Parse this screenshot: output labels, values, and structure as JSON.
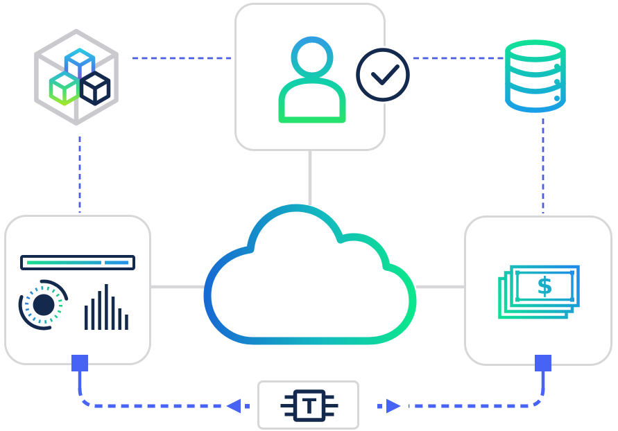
{
  "diagram": {
    "background_color": "#ffffff",
    "palette": {
      "outline_gray": "#d7d7da",
      "navy": "#13294d",
      "dashed_line_blue": "#4a5ce0",
      "flow_blue": "#4663f5",
      "gradient_blue": "#1e87e8",
      "gradient_teal": "#13c2b8",
      "gradient_green": "#10e28e",
      "gradient_lime": "#9fe430",
      "gradient_purple": "#8055c4"
    },
    "nodes": [
      {
        "id": "modules",
        "icon": "cubes-3d-icon",
        "position": "top-left"
      },
      {
        "id": "user",
        "icon": "person-icon",
        "badge_icon": "check-circle-icon",
        "position": "top-center",
        "shape": "rounded-square"
      },
      {
        "id": "database",
        "icon": "database-icon",
        "position": "top-right"
      },
      {
        "id": "analytics",
        "icon": "dashboard-charts-icon",
        "position": "middle-left",
        "shape": "rounded-square"
      },
      {
        "id": "cloud",
        "icon": "cloud-icon",
        "position": "center"
      },
      {
        "id": "cash",
        "icon": "money-bills-icon",
        "currency_symbol": "$",
        "position": "middle-right",
        "shape": "rounded-square"
      },
      {
        "id": "processor",
        "icon": "chip-icon",
        "label": "T",
        "position": "bottom-center",
        "shape": "rectangle"
      }
    ],
    "connectors": [
      {
        "from": "modules",
        "to": "user",
        "style": "dashed-blue"
      },
      {
        "from": "modules",
        "to": "analytics",
        "style": "dashed-blue"
      },
      {
        "from": "user",
        "to": "database",
        "style": "dashed-blue"
      },
      {
        "from": "database",
        "to": "cash",
        "style": "dashed-blue"
      },
      {
        "from": "user",
        "to": "cloud",
        "style": "solid-gray"
      },
      {
        "from": "analytics",
        "to": "cloud",
        "style": "solid-gray"
      },
      {
        "from": "cloud",
        "to": "cash",
        "style": "solid-gray"
      },
      {
        "from": "analytics",
        "to": "processor",
        "style": "dashed-blue-arrow"
      },
      {
        "from": "cash",
        "to": "processor",
        "style": "dashed-blue-arrow"
      }
    ]
  }
}
